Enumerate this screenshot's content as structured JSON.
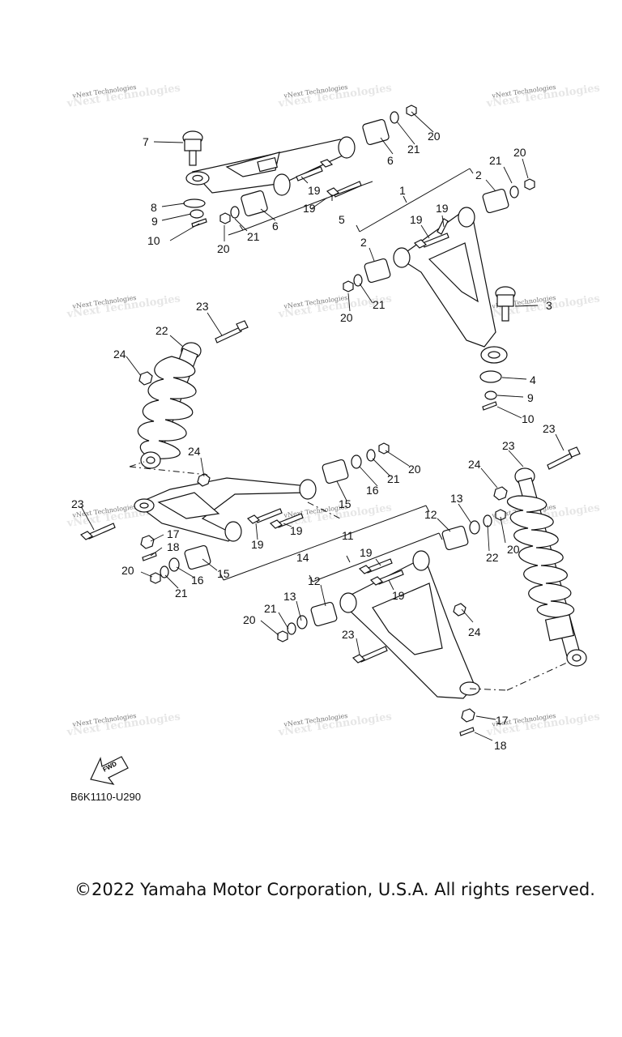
{
  "diagram": {
    "callouts": [
      "1",
      "2",
      "2",
      "3",
      "4",
      "5",
      "6",
      "6",
      "7",
      "8",
      "9",
      "9",
      "10",
      "10",
      "11",
      "12",
      "12",
      "13",
      "13",
      "14",
      "15",
      "15",
      "16",
      "16",
      "17",
      "17",
      "18",
      "18",
      "19",
      "19",
      "19",
      "19",
      "19",
      "19",
      "20",
      "20",
      "20",
      "20",
      "20",
      "20",
      "21",
      "21",
      "21",
      "21",
      "21",
      "21",
      "22",
      "22",
      "23",
      "23",
      "23",
      "23",
      "24",
      "24",
      "24"
    ],
    "watermark_text": "vNext Technologies",
    "fwd_label": "FWD",
    "diagram_code": "B6K1110-U290"
  },
  "footer": {
    "copyright": "©2022 Yamaha Motor Corporation, U.S.A. All rights reserved."
  },
  "colors": {
    "ink": "#111111",
    "background": "#ffffff",
    "watermark": "#777777"
  }
}
